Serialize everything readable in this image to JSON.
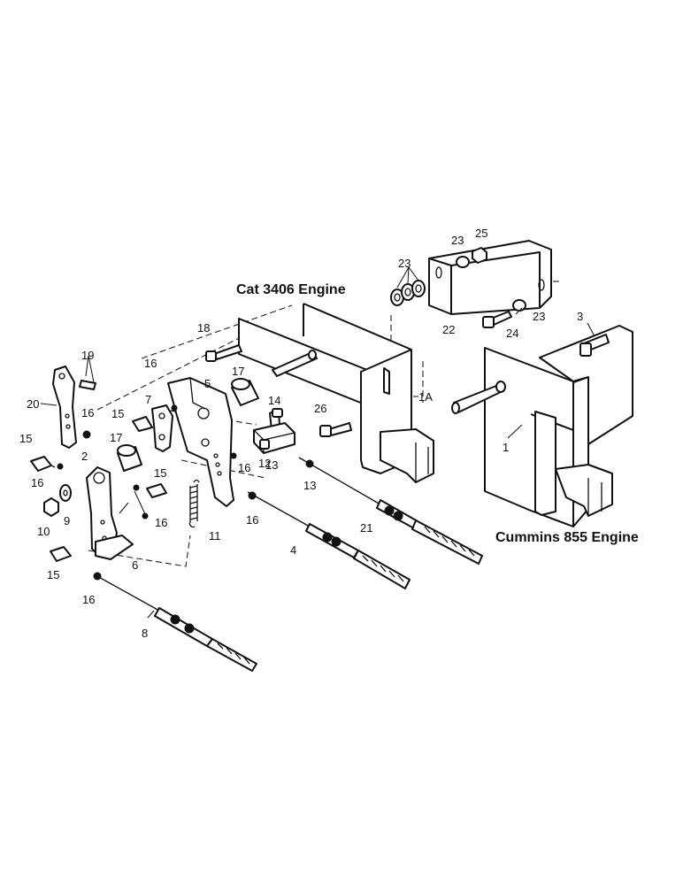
{
  "titles": {
    "cat": "Cat 3406 Engine",
    "cummins": "Cummins 855 Engine"
  },
  "callouts": {
    "c1": "1",
    "c1a": "1A",
    "c2": "2",
    "c3": "3",
    "c4": "4",
    "c5": "5",
    "c6": "6",
    "c7": "7",
    "c8": "8",
    "c9": "9",
    "c10": "10",
    "c11": "11",
    "c12": "12",
    "c13a": "13",
    "c13b": "13",
    "c14": "14",
    "c15a": "15",
    "c15b": "15",
    "c15c": "15",
    "c15d": "15",
    "c16a": "16",
    "c16b": "16",
    "c16c": "16",
    "c16d": "16",
    "c16e": "16",
    "c16f": "16",
    "c16g": "16",
    "c17a": "17",
    "c17b": "17",
    "c18": "18",
    "c19": "19",
    "c20": "20",
    "c21": "21",
    "c22": "22",
    "c23a": "23",
    "c23b": "23",
    "c23c": "23",
    "c24": "24",
    "c25": "25",
    "c26": "26"
  }
}
